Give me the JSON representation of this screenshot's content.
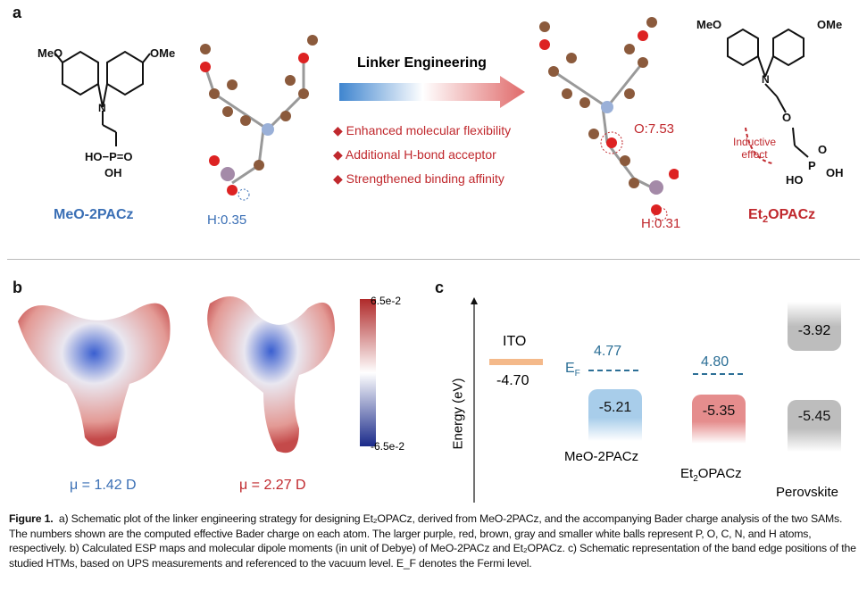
{
  "panel_a": {
    "label": "a",
    "left_molecule": {
      "name": "MeO-2PACz",
      "sub_meo_left": "MeO",
      "sub_meo_right": "OMe",
      "phosphonic": "HO−P=O",
      "oh": "OH"
    },
    "left_charge": "H:0.35",
    "arrow_title": "Linker Engineering",
    "bullets": [
      "Enhanced molecular flexibility",
      "Additional H-bond acceptor",
      "Strengthened binding affinity"
    ],
    "right_charge_o": "O:7.53",
    "right_charge_h": "H:0.31",
    "right_molecule": {
      "name_prefix": "Et",
      "name_sub": "2",
      "name_suffix": "OPACz",
      "sub_meo_left": "MeO",
      "sub_meo_right": "OMe",
      "inductive": "Inductive effect",
      "ho": "HO",
      "oh": "OH",
      "o_atom": "O",
      "p_atom": "P",
      "p_o": "O"
    },
    "colors": {
      "blue": "#3a6fb5",
      "red": "#c0282d"
    }
  },
  "panel_b": {
    "label": "b",
    "dipole_left": "μ = 1.42 D",
    "dipole_right": "μ = 2.27 D",
    "colorbar_max": "6.5e-2",
    "colorbar_min": "-6.5e-2"
  },
  "panel_c": {
    "label": "c",
    "ylabel": "Energy (eV)",
    "ito_label": "ITO",
    "ito_value": "-4.70",
    "ef_label": "E",
    "ef_sub": "F",
    "meo_ef": "4.77",
    "meo_homo": "-5.21",
    "meo_name": "MeO-2PACz",
    "et_ef": "4.80",
    "et_homo": "-5.35",
    "et_name_prefix": "Et",
    "et_name_sub": "2",
    "et_name_suffix": "OPACz",
    "pvk_cb": "-3.92",
    "pvk_vb": "-5.45",
    "pvk_name": "Perovskite"
  },
  "caption": {
    "figure": "Figure 1.",
    "text": "a) Schematic plot of the linker engineering strategy for designing Et₂OPACz, derived from MeO-2PACz, and the accompanying Bader charge analysis of the two SAMs. The numbers shown are the computed effective Bader charge on each atom. The larger purple, red, brown, gray and smaller white balls represent P, O, C, N, and H atoms, respectively. b) Calculated ESP maps and molecular dipole moments (in unit of Debye) of MeO-2PACz and Et₂OPACz. c) Schematic representation of the band edge positions of the studied HTMs, based on UPS measurements and referenced to the vacuum level. E_F denotes the Fermi level."
  }
}
